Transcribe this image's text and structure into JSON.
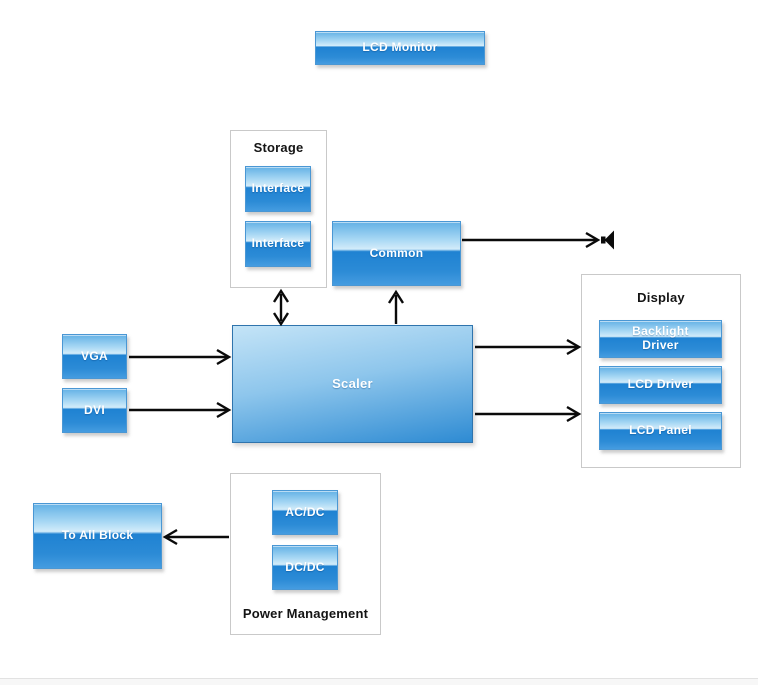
{
  "diagram": {
    "root_block": {
      "label": "LCD Monitor"
    },
    "storage_group": {
      "title": "Storage",
      "blocks": [
        {
          "label": "Interface"
        },
        {
          "label": "Interface"
        }
      ]
    },
    "common": {
      "label": "Common"
    },
    "inputs": {
      "vga": {
        "label": "VGA"
      },
      "dvi": {
        "label": "DVI"
      }
    },
    "scaler": {
      "label": "Scaler"
    },
    "display_group": {
      "title": "Display",
      "blocks": [
        {
          "label": "Backlight Driver"
        },
        {
          "label": "LCD Driver"
        },
        {
          "label": "LCD Panel"
        }
      ]
    },
    "power_group": {
      "title": "Power Management",
      "blocks": [
        {
          "label": "AC/DC"
        },
        {
          "label": "DC/DC"
        }
      ]
    },
    "to_all_block": {
      "label": "To All Block"
    },
    "icons": {
      "speaker": "speaker-icon"
    },
    "colors": {
      "block_gradient_top": "#63b1e5",
      "block_gradient_light": "#d3ecfa",
      "block_gradient_dark": "#1f82d2",
      "block_gradient_bottom": "#459ce0",
      "block_border": "#4a97d4",
      "scaler_gradient_top": "#c4e4f7",
      "scaler_gradient_bottom": "#2e8bd3",
      "group_border": "#c9c9c9",
      "arrow": "#0a0a0a",
      "title_text": "#141414",
      "block_text": "#ffffff"
    }
  }
}
